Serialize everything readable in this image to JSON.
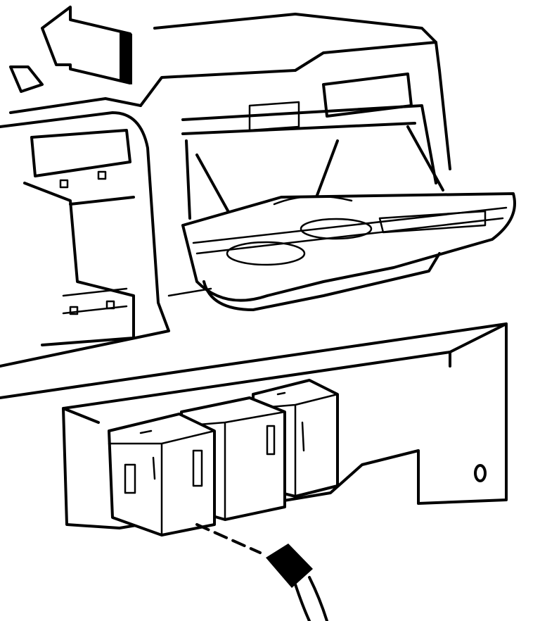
{
  "diagram": {
    "caption": "",
    "colors": {
      "line": "#000000",
      "background": "#ffffff"
    },
    "parts": [
      "direction-arrow",
      "instrument-panel",
      "glove-box-door-open",
      "relay-center-bracket",
      "relay",
      "relay",
      "relay",
      "electrical-connector",
      "wiring-harness"
    ]
  }
}
